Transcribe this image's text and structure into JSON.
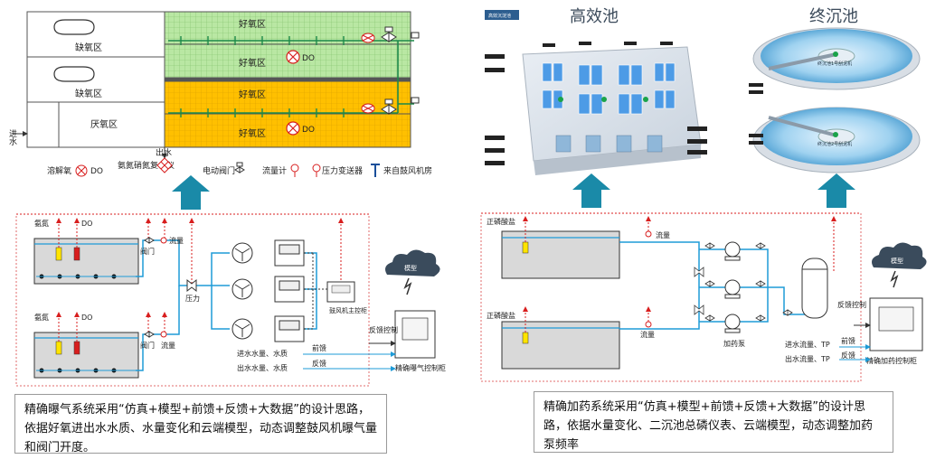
{
  "left": {
    "aeration_zones": {
      "anoxic_1": "缺氧区",
      "anoxic_2": "缺氧区",
      "anaerobic": "厌氧区",
      "aerobic_1": "好氧区",
      "aerobic_2": "好氧区",
      "aerobic_3": "好氧区",
      "aerobic_4": "好氧区",
      "do_label_1": "DO",
      "do_label_2": "DO",
      "inlet": "进水",
      "outlet": "出水"
    },
    "legend": {
      "dissolved_oxygen": "溶解氧",
      "do": "DO",
      "ammonia_analyzer": "氨氮硝氮复合仪",
      "electric_valve": "电动阀门",
      "flow_meter": "流量计",
      "pressure_transmitter": "压力变送器",
      "from_blower": "来自鼓风机房"
    },
    "control": {
      "ammonia_1": "氨氮",
      "do_1": "DO",
      "flow_1": "流量",
      "valve_1": "阀门",
      "ammonia_2": "氨氮",
      "do_2": "DO",
      "valve_2": "阀门",
      "flow_2": "流量",
      "pressure": "压力",
      "blower_plc": "鼓风机主控柜",
      "inflow_quality": "进水水量、水质",
      "feedforward": "前馈",
      "outflow_quality": "出水水量、水质",
      "feedback_small": "反馈",
      "feedback_control": "反馈控制",
      "cloud": "模型",
      "cabinet": "精确曝气控制柜"
    },
    "caption": "精确曝气系统采用“仿真+模型+前馈+反馈+大数据”的设计思路，依据好氧进出水水质、水量变化和云端模型，动态调整鼓风机曝气量和阀门开度。"
  },
  "right": {
    "title_hifeff": "高效池",
    "title_final": "终沉池",
    "badge": "高效沉淀池",
    "tank_text_1": "终沉池1号刮泥机",
    "tank_text_2": "终沉池2号刮泥机",
    "control": {
      "tp_1": "正磷酸盐",
      "flow_1": "流量",
      "tp_2": "正磷酸盐",
      "flow_2": "流量",
      "dosing_pump": "加药泵",
      "inflow_tp": "进水流量、TP",
      "feedforward": "前馈",
      "outflow_tp": "出水流量、TP",
      "feedback_small": "反馈",
      "feedback_control": "反馈控制",
      "cloud": "模型",
      "cabinet": "精确加药控制柜"
    },
    "caption": "精确加药系统采用“仿真+模型+前馈+反馈+大数据”的设计思路，依据水量变化、二沉池总磷仪表、云端模型，动态调整加药泵频率"
  },
  "colors": {
    "aerobic_green": "#b9e7a3",
    "aerobic_yellow": "#ffc000",
    "pipe_blue": "#1e9bd7",
    "arrow_teal": "#1a8aa8",
    "air_red": "#d81e1e",
    "cloud": "#3a4b5c"
  }
}
